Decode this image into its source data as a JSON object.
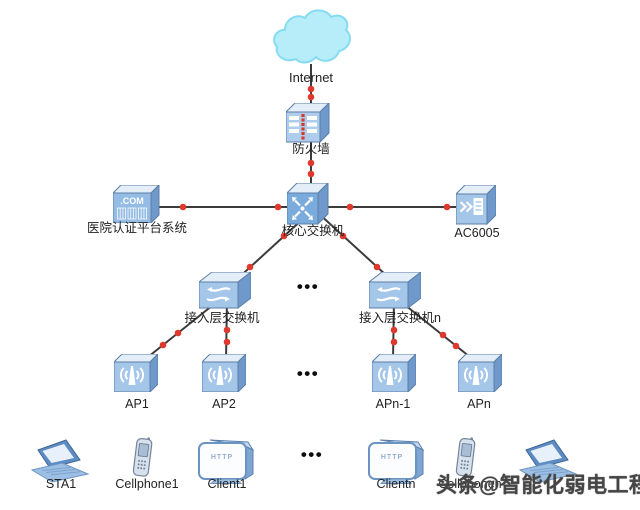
{
  "diagram": {
    "watermark": "头条@智能化弱电工程",
    "ellipsis": "•••",
    "nodes": {
      "internet": {
        "label": "Internet",
        "type": "cloud"
      },
      "firewall": {
        "label": "防火墙",
        "type": "firewall"
      },
      "core_switch": {
        "label": "核心交换机",
        "type": "core-switch"
      },
      "auth_server": {
        "label": "医院认证平台系统",
        "face_text": ".COM",
        "type": "server"
      },
      "ac6005": {
        "label": "AC6005",
        "type": "wireless-controller"
      },
      "access_switch_1": {
        "label": "接入层交换机",
        "type": "access-switch"
      },
      "access_switch_n": {
        "label": "接入层交换机n",
        "type": "access-switch"
      },
      "ap1": {
        "label": "AP1",
        "type": "access-point"
      },
      "ap2": {
        "label": "AP2",
        "type": "access-point"
      },
      "apn_minus_1": {
        "label": "APn-1",
        "type": "access-point"
      },
      "apn": {
        "label": "APn",
        "type": "access-point"
      },
      "sta1": {
        "label": "STA1",
        "type": "laptop"
      },
      "cellphone1": {
        "label": "Cellphone1",
        "type": "cellphone"
      },
      "client1": {
        "label": "Client1",
        "screen_text": "HTTP",
        "type": "client-terminal"
      },
      "clientn": {
        "label": "Clientn",
        "screen_text": "HTTP",
        "type": "client-terminal"
      },
      "cellphone_n": {
        "label": "Cellphonen",
        "type": "cellphone"
      },
      "sta_n": {
        "label": "",
        "type": "laptop"
      }
    },
    "links": [
      {
        "from": "internet",
        "to": "firewall"
      },
      {
        "from": "firewall",
        "to": "core_switch"
      },
      {
        "from": "auth_server",
        "to": "core_switch"
      },
      {
        "from": "core_switch",
        "to": "ac6005"
      },
      {
        "from": "core_switch",
        "to": "access_switch_1"
      },
      {
        "from": "core_switch",
        "to": "access_switch_n"
      },
      {
        "from": "access_switch_1",
        "to": "ap1"
      },
      {
        "from": "access_switch_1",
        "to": "ap2"
      },
      {
        "from": "access_switch_n",
        "to": "apn_minus_1"
      },
      {
        "from": "access_switch_n",
        "to": "apn"
      }
    ],
    "colors": {
      "link_line": "#3b3b3b",
      "port_dot": "#df392d",
      "cloud_fill": "#b6edf9",
      "cloud_stroke": "#85dbf0",
      "device_front": "#a3c6e9",
      "device_top": "#e4eef9",
      "device_side": "#6e99ca",
      "background": "#ffffff",
      "watermark_color": "#454545"
    }
  }
}
